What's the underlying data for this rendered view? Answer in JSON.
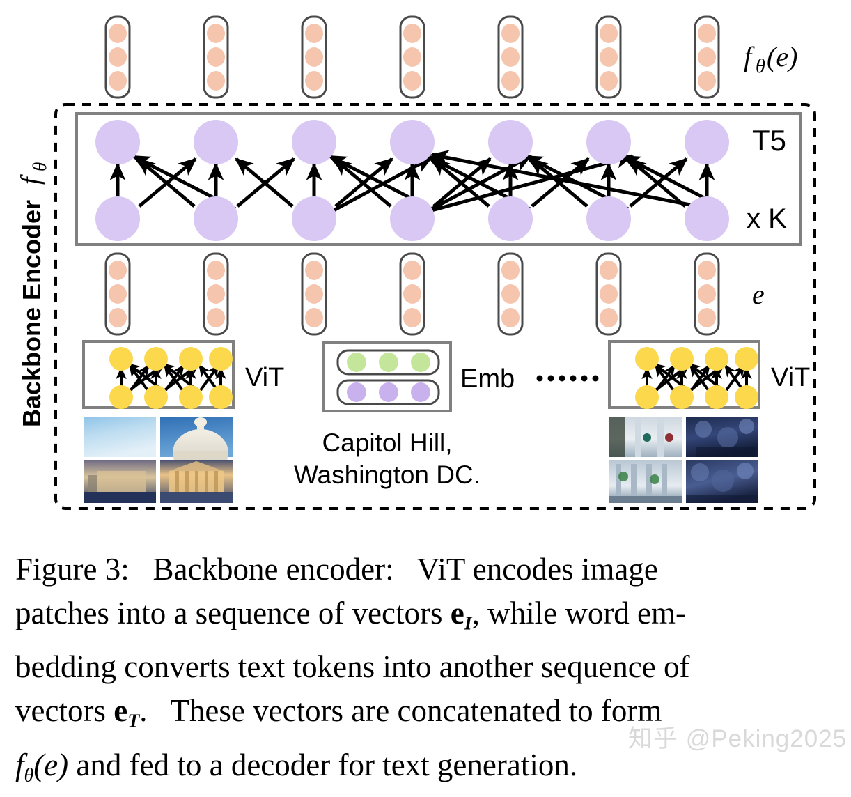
{
  "figure": {
    "number": "Figure 3:",
    "caption_lines": [
      "Figure 3:   Backbone encoder:   ViT encodes image",
      "patches into a sequence of vectors e_I, while word em-",
      "bedding converts text tokens into another sequence of",
      "vectors e_T.  These vectors are concatenated to form",
      "f_theta(e) and fed to a decoder for text generation."
    ],
    "caption_full": "Figure 3: Backbone encoder: ViT encodes image patches into a sequence of vectors e_I, while word embedding converts text tokens into another sequence of vectors e_T. These vectors are concatenated to form f_theta(e) and fed to a decoder for text generation.",
    "caption_tokens": {
      "l1_a": "Figure 3:",
      "l1_b": "Backbone encoder:",
      "l1_c": "ViT encodes image",
      "l2_a": "patches into a sequence of vectors",
      "l2_e": "e",
      "l2_sub": "I",
      "l2_b": ", while word em-",
      "l3_a": "bedding converts text tokens into another sequence of",
      "l4_a": "vectors",
      "l4_e": "e",
      "l4_sub": "T",
      "l4_b": ".",
      "l4_c": "These vectors are concatenated to form",
      "l5_f": "f",
      "l5_theta": "θ",
      "l5_e": "(e)",
      "l5_b": "and fed to a decoder for text generation."
    }
  },
  "watermark": "知乎 @Peking2025",
  "diagram": {
    "outer_label": "Backbone Encoder",
    "outer_label_math_f": "f",
    "outer_label_math_sub": "θ",
    "output_label_f": "f",
    "output_label_sub": "θ",
    "output_label_arg": "(e)",
    "embedding_label": "e",
    "t5_label": "T5",
    "repeat_label": "x K",
    "vit_label_left": "ViT",
    "vit_label_right": "ViT",
    "emb_label": "Emb",
    "ellipsis": "......",
    "text_prompt_line1": "Capitol Hill,",
    "text_prompt_line2": "Washington DC.",
    "counts": {
      "top_vectors": 7,
      "mid_vectors": 7,
      "t5_top_nodes": 7,
      "t5_bottom_nodes": 7,
      "vit_top_nodes": 4,
      "vit_bottom_nodes": 4,
      "emb_rows": 2,
      "emb_dots_per_row": 3,
      "dots_in_ellipsis": 6,
      "image_patches_per_grid": 4
    },
    "colors": {
      "vector_dot": "#f5c5ae",
      "t5_node": "#d9c8f3",
      "vit_node": "#fbd84c",
      "emb_row_top": "#c3e69a",
      "emb_row_bottom": "#c9b1ee",
      "box_stroke": "#777777",
      "dash_stroke": "#000000",
      "arrow": "#000000",
      "background": "#ffffff"
    }
  }
}
